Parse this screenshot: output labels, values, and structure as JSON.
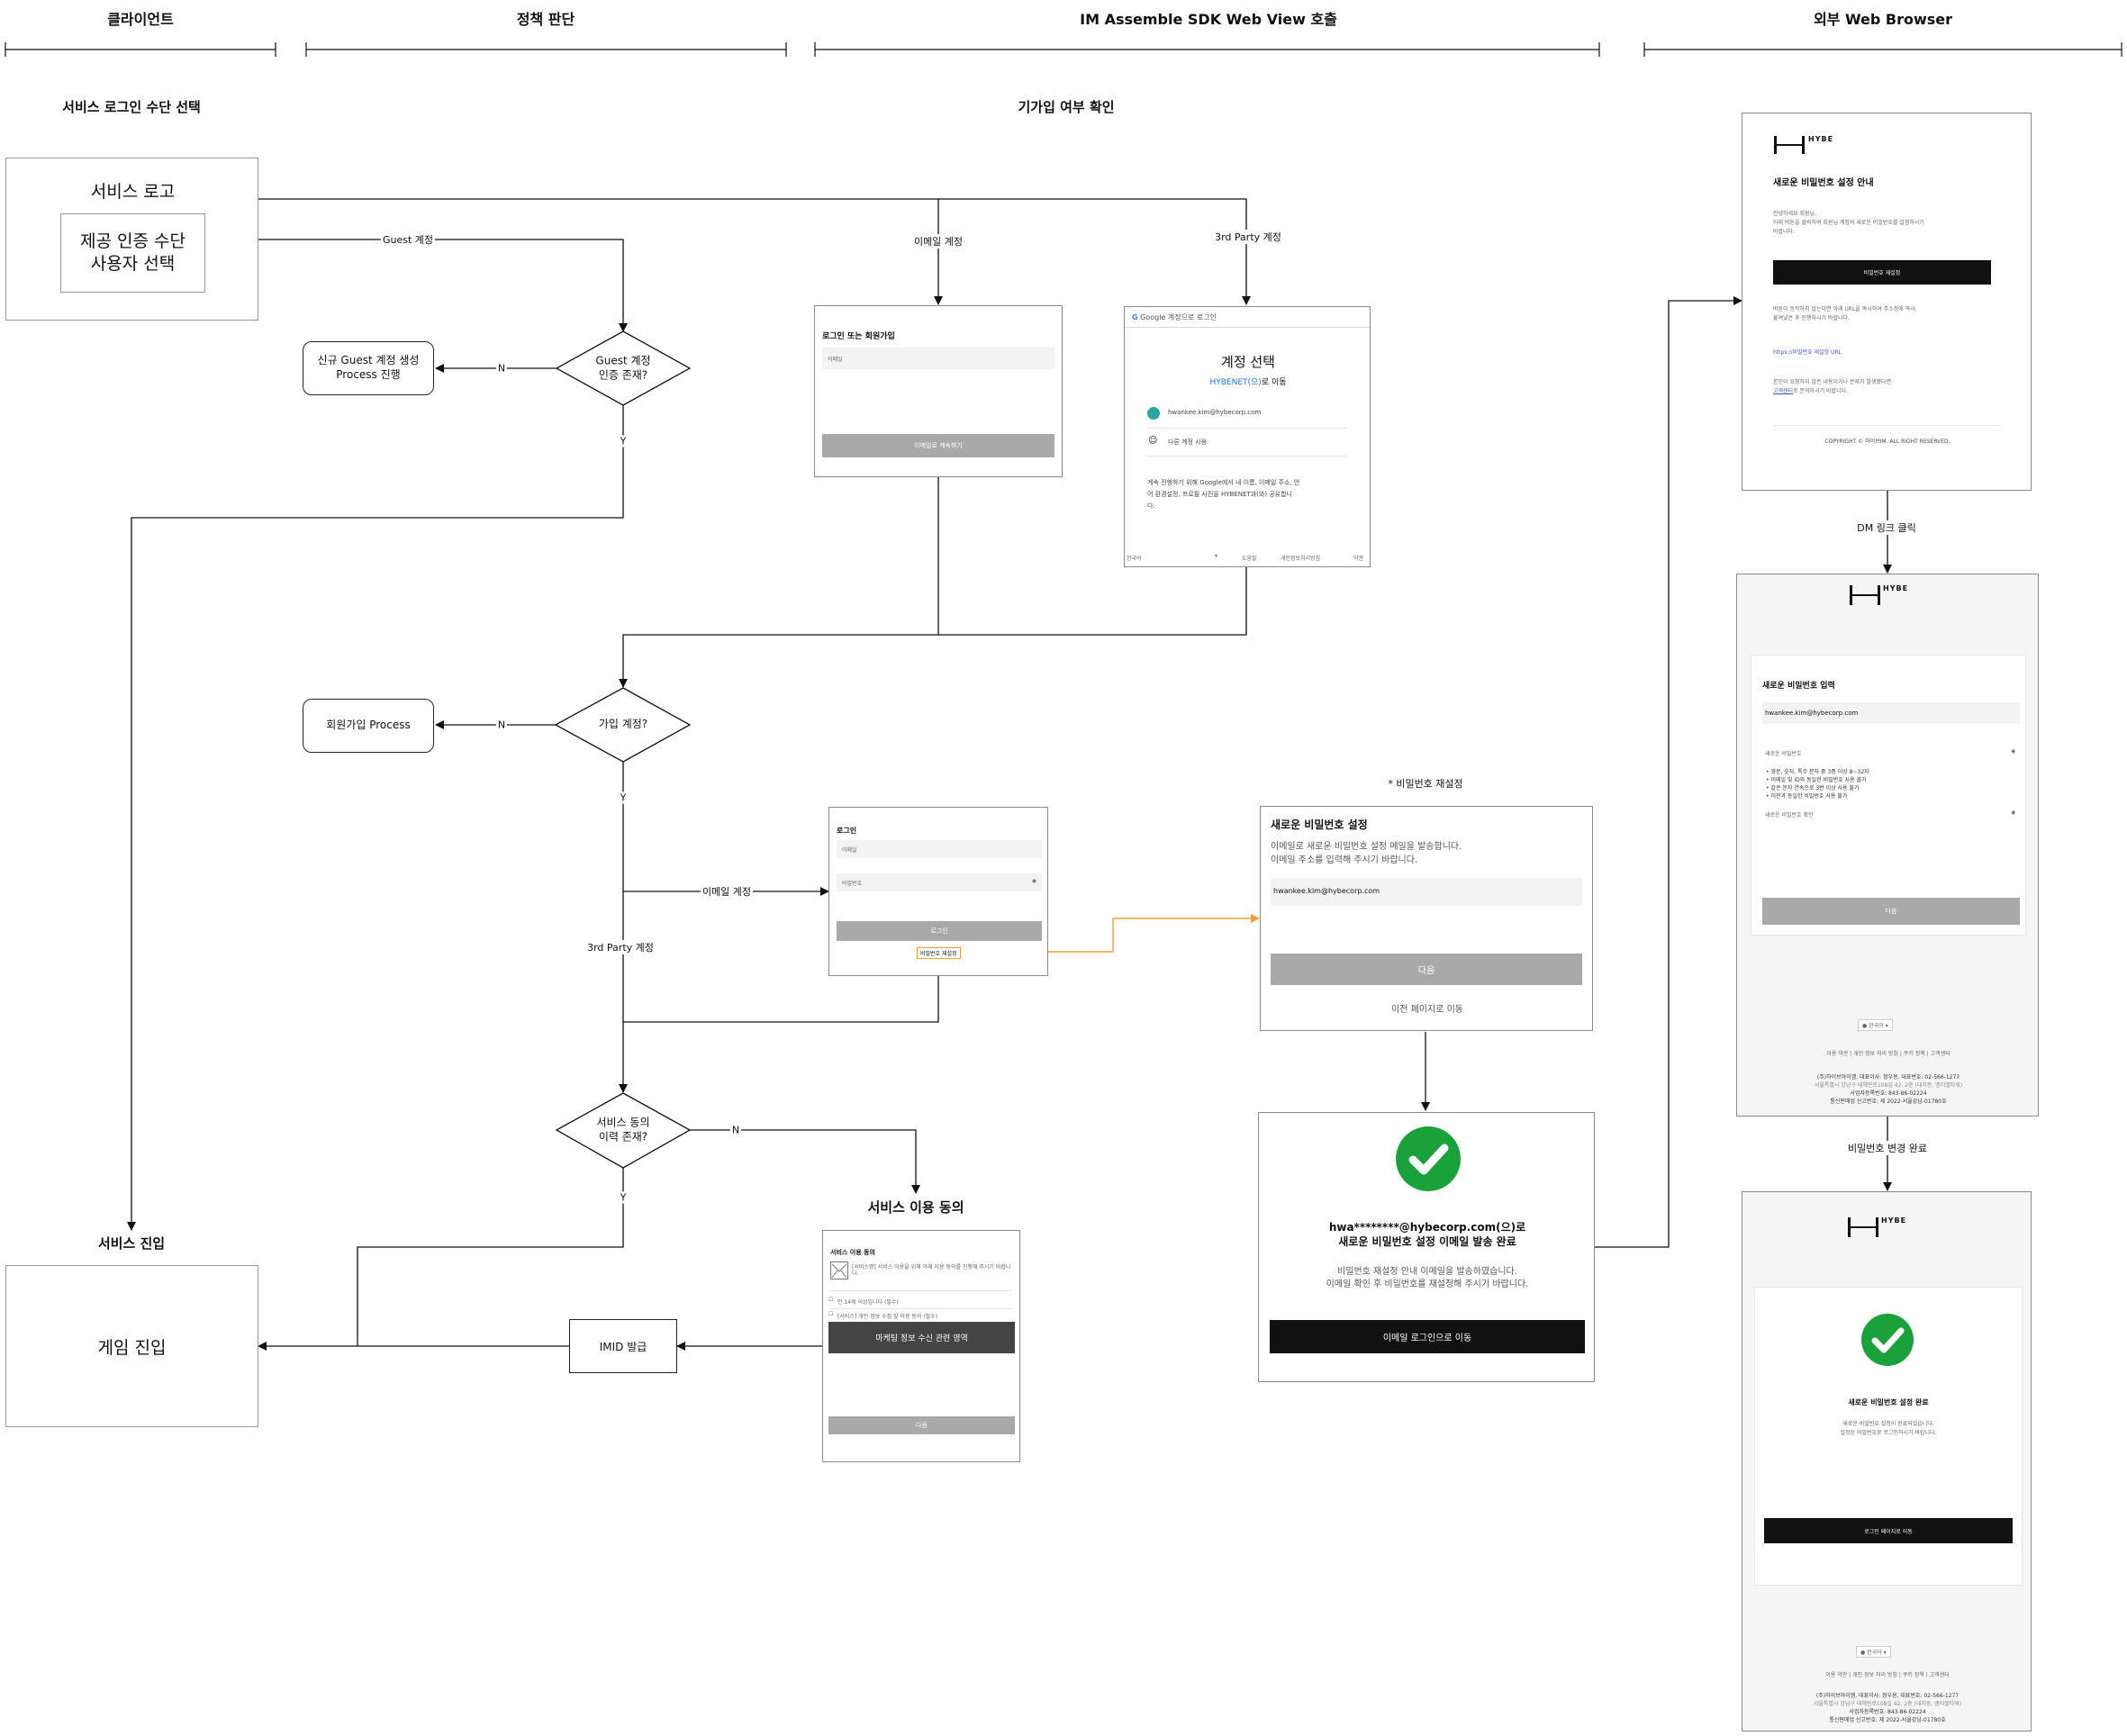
{
  "lanes": {
    "client": "클라이언트",
    "policy": "정책 판단",
    "sdk": "IM Assemble SDK Web View 호출",
    "browser": "외부 Web Browser"
  },
  "sections": {
    "login_method": "서비스 로그인 수단 선택",
    "existing_check": "기가입 여부 확인",
    "service_enter": "서비스 진입",
    "service_agree": "서비스 이용 동의",
    "pw_reset_note": "* 비밀번호 재설정"
  },
  "nodes": {
    "service_login_title": "서비스 로고",
    "auth_select_l1": "제공 인증 수단",
    "auth_select_l2": "사용자 선택",
    "guest_diamond_l1": "Guest 계정",
    "guest_diamond_l2": "인증 존재?",
    "new_guest_l1": "신규 Guest 계정 생성",
    "new_guest_l2": "Process 진행",
    "joined_diamond": "가입 계정?",
    "signup_process": "회원가입 Process",
    "agree_diamond_l1": "서비스 동의",
    "agree_diamond_l2": "이력 존재?",
    "imid": "IMID 발급",
    "game_enter": "게임 진입"
  },
  "edges": {
    "guest_account": "Guest 계정",
    "n": "N",
    "y": "Y",
    "email_account": "이메일 계정",
    "third_party": "3rd Party 계정",
    "dm_link": "DM 링크 클릭",
    "pw_changed": "비밀번호 변경 완료"
  },
  "email_signup": {
    "title": "로그인 또는 회원가입",
    "placeholder": "이메일",
    "button": "이메일로 계속하기"
  },
  "google": {
    "header": "Google 계정으로 로그인",
    "title": "계정 선택",
    "sub_link": "HYBENET(으)",
    "sub_rest": "로 이동",
    "account": "hwankee.kim@hybecorp.com",
    "other": "다른 계정 사용",
    "notice_l1": "계속 진행하기 위해 Google에서 내 이름, 이메일 주소, 언",
    "notice_l2": "어 환경설정, 프로필 사진을 HYBENET과(와) 공유합니",
    "notice_l3": "다.",
    "lang": "한국어",
    "help": "도움말",
    "privacy": "개인정보처리방침",
    "terms": "약관"
  },
  "email_login": {
    "title": "로그인",
    "email_ph": "이메일",
    "pw_ph": "비밀번호",
    "button": "로그인",
    "forgot": "비밀번호 재설정"
  },
  "pw_reset": {
    "title": "새로운 비밀번호 설정",
    "desc_l1": "이메일로 새로운 비밀번호 설정 메일을 발송합니다.",
    "desc_l2": "이메일 주소를 입력해 주시기 바랍니다.",
    "email": "hwankee.kim@hybecorp.com",
    "next": "다음",
    "back": "이전 페이지로 이동"
  },
  "mail_sent": {
    "line1": "hwa********@hybecorp.com(으)로",
    "line2": "새로운 비밀번호 설정 이메일 발송 완료",
    "desc_l1": "비밀번호 재설정 안내 이메일을 발송하였습니다.",
    "desc_l2": "이메일 확인 후 비밀번호를 재설정해 주시기 바랍니다.",
    "button": "이메일 로그인으로 이동"
  },
  "agree_mock": {
    "title": "서비스 이용 동의",
    "all": "[서비스명] 서비스 이용을 위해 아래 이용 동의를 진행해 주시기 바랍니다.",
    "item1": "만 14세 이상입니다 (필수)",
    "item2": "[서비스] 개인 정보 수집 및 이용 동의 (필수)",
    "marketing": "마케팅 정보 수신 관련 영역",
    "button": "다음"
  },
  "mail": {
    "brand": "HYBE",
    "title": "새로운 비밀번호 설정 안내",
    "body_l1": "안녕하세요 회원님,",
    "body_l2": "아래 버튼을 클릭하여 회원님 계정의 새로운 비밀번호를 설정하시기",
    "body_l3": "바랍니다.",
    "button": "비밀번호 재설정",
    "note_l1": "버튼이 동작하지 않는다면 아래 URL을 복사하여 주소창에 복사,",
    "note_l2": "붙여넣은 후 진행하시기 바랍니다.",
    "url": "https://비밀번호 재설정 URL",
    "warn_l1": "본인이 요청하지 않은 내용이거나 문제가 발생했다면",
    "warn_link": "고객센터",
    "warn_rest": "로 문의하시기 바랍니다.",
    "copyright": "COPYRIGHT © 하이브IM. ALL RIGHT RESERVED."
  },
  "new_pw": {
    "title": "새로운 비밀번호 입력",
    "email": "hwankee.kim@hybecorp.com",
    "pw_ph": "새로운 비밀번호",
    "rule1": "영문, 숫자, 특수 문자 중 3종 이상 8~32자",
    "rule2": "이메일 및 ID와 동일한 비밀번호 사용 불가",
    "rule3": "같은 문자 연속으로 3번 이상 사용 불가",
    "rule4": "이전과 동일한 비밀번호 사용 불가",
    "confirm_ph": "새로운 비밀번호 확인",
    "next": "다음"
  },
  "footer": {
    "lang": "한국어",
    "links": "이용 약관 | 개인 정보 처리 방침 | 쿠키 정책 | 고객센터",
    "company": "(주)하이브아이엠, 대표이사: 정우용, 대표번호: 02-566-1277",
    "address": "서울특별시 강남구 테헤란로108길 42, 2층 (대치동, 엠티엘타워)",
    "biz": "사업자등록번호: 843-86-02224",
    "ecommerce": "통신판매업 신고번호: 제 2022-서울강남-01780호"
  },
  "done": {
    "title": "새로운 비밀번호 설정 완료",
    "desc_l1": "새로운 비밀번호 설정이 완료되었습니다.",
    "desc_l2": "설정된 비밀번호로 로그인하시기 바랍니다.",
    "button": "로그인 페이지로 이동"
  }
}
